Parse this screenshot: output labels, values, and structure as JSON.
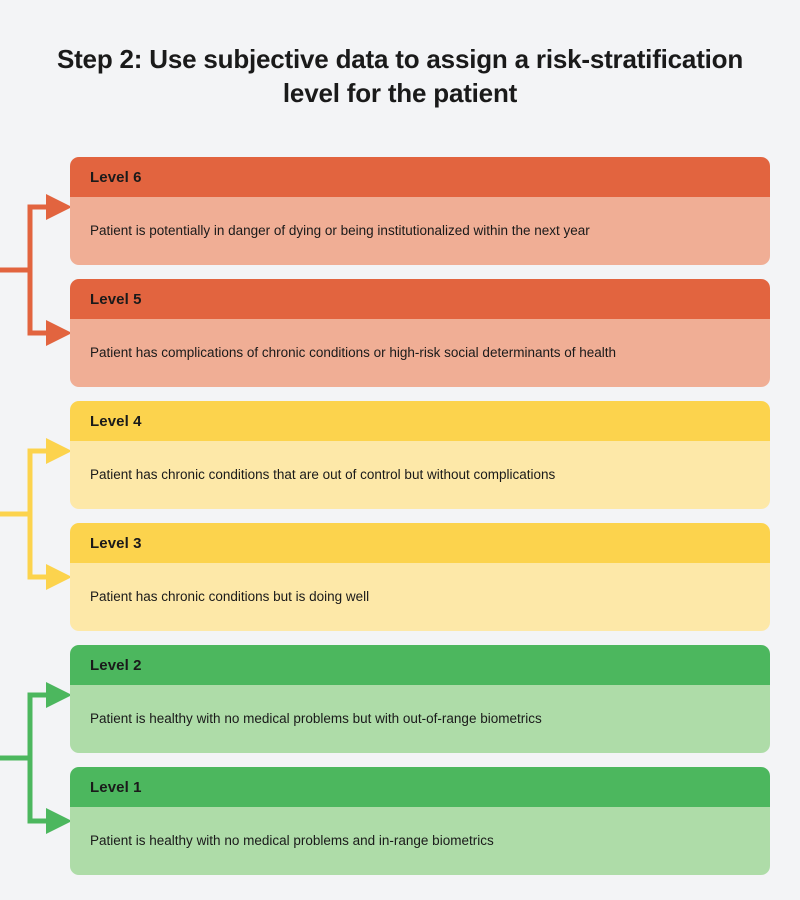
{
  "page": {
    "title": "Step 2: Use subjective data to assign a risk-stratification level for the patient",
    "background_color": "#f3f4f6"
  },
  "palette": {
    "red_header": "#e2643f",
    "red_body": "#f0ae95",
    "yellow_header": "#fcd34d",
    "yellow_body": "#fde8a8",
    "green_header": "#4cb75e",
    "green_body": "#aedca8",
    "text": "#1a1a1a"
  },
  "levels": [
    {
      "label": "Level 6",
      "description": "Patient is potentially in danger of dying or being institutionalized within the next year",
      "group": "red",
      "header_color": "#e2643f",
      "body_color": "#f0ae95"
    },
    {
      "label": "Level 5",
      "description": "Patient has complications of chronic conditions or high-risk social determinants of health",
      "group": "red",
      "header_color": "#e2643f",
      "body_color": "#f0ae95"
    },
    {
      "label": "Level 4",
      "description": "Patient has chronic conditions that are out of control but without complications",
      "group": "yellow",
      "header_color": "#fcd34d",
      "body_color": "#fde8a8"
    },
    {
      "label": "Level 3",
      "description": "Patient has chronic conditions but is doing well",
      "group": "yellow",
      "header_color": "#fcd34d",
      "body_color": "#fde8a8"
    },
    {
      "label": "Level 2",
      "description": "Patient is healthy with no medical problems but with out-of-range biometrics",
      "group": "green",
      "header_color": "#4cb75e",
      "body_color": "#aedca8"
    },
    {
      "label": "Level 1",
      "description": "Patient is healthy with no medical problems and in-range biometrics",
      "group": "green",
      "header_color": "#4cb75e",
      "body_color": "#aedca8"
    }
  ],
  "connectors": [
    {
      "name": "red-bracket",
      "color": "#e2643f",
      "targets": [
        "Level 6",
        "Level 5"
      ]
    },
    {
      "name": "yellow-bracket",
      "color": "#fcd34d",
      "targets": [
        "Level 4",
        "Level 3"
      ]
    },
    {
      "name": "green-bracket",
      "color": "#4cb75e",
      "targets": [
        "Level 2",
        "Level 1"
      ]
    }
  ]
}
